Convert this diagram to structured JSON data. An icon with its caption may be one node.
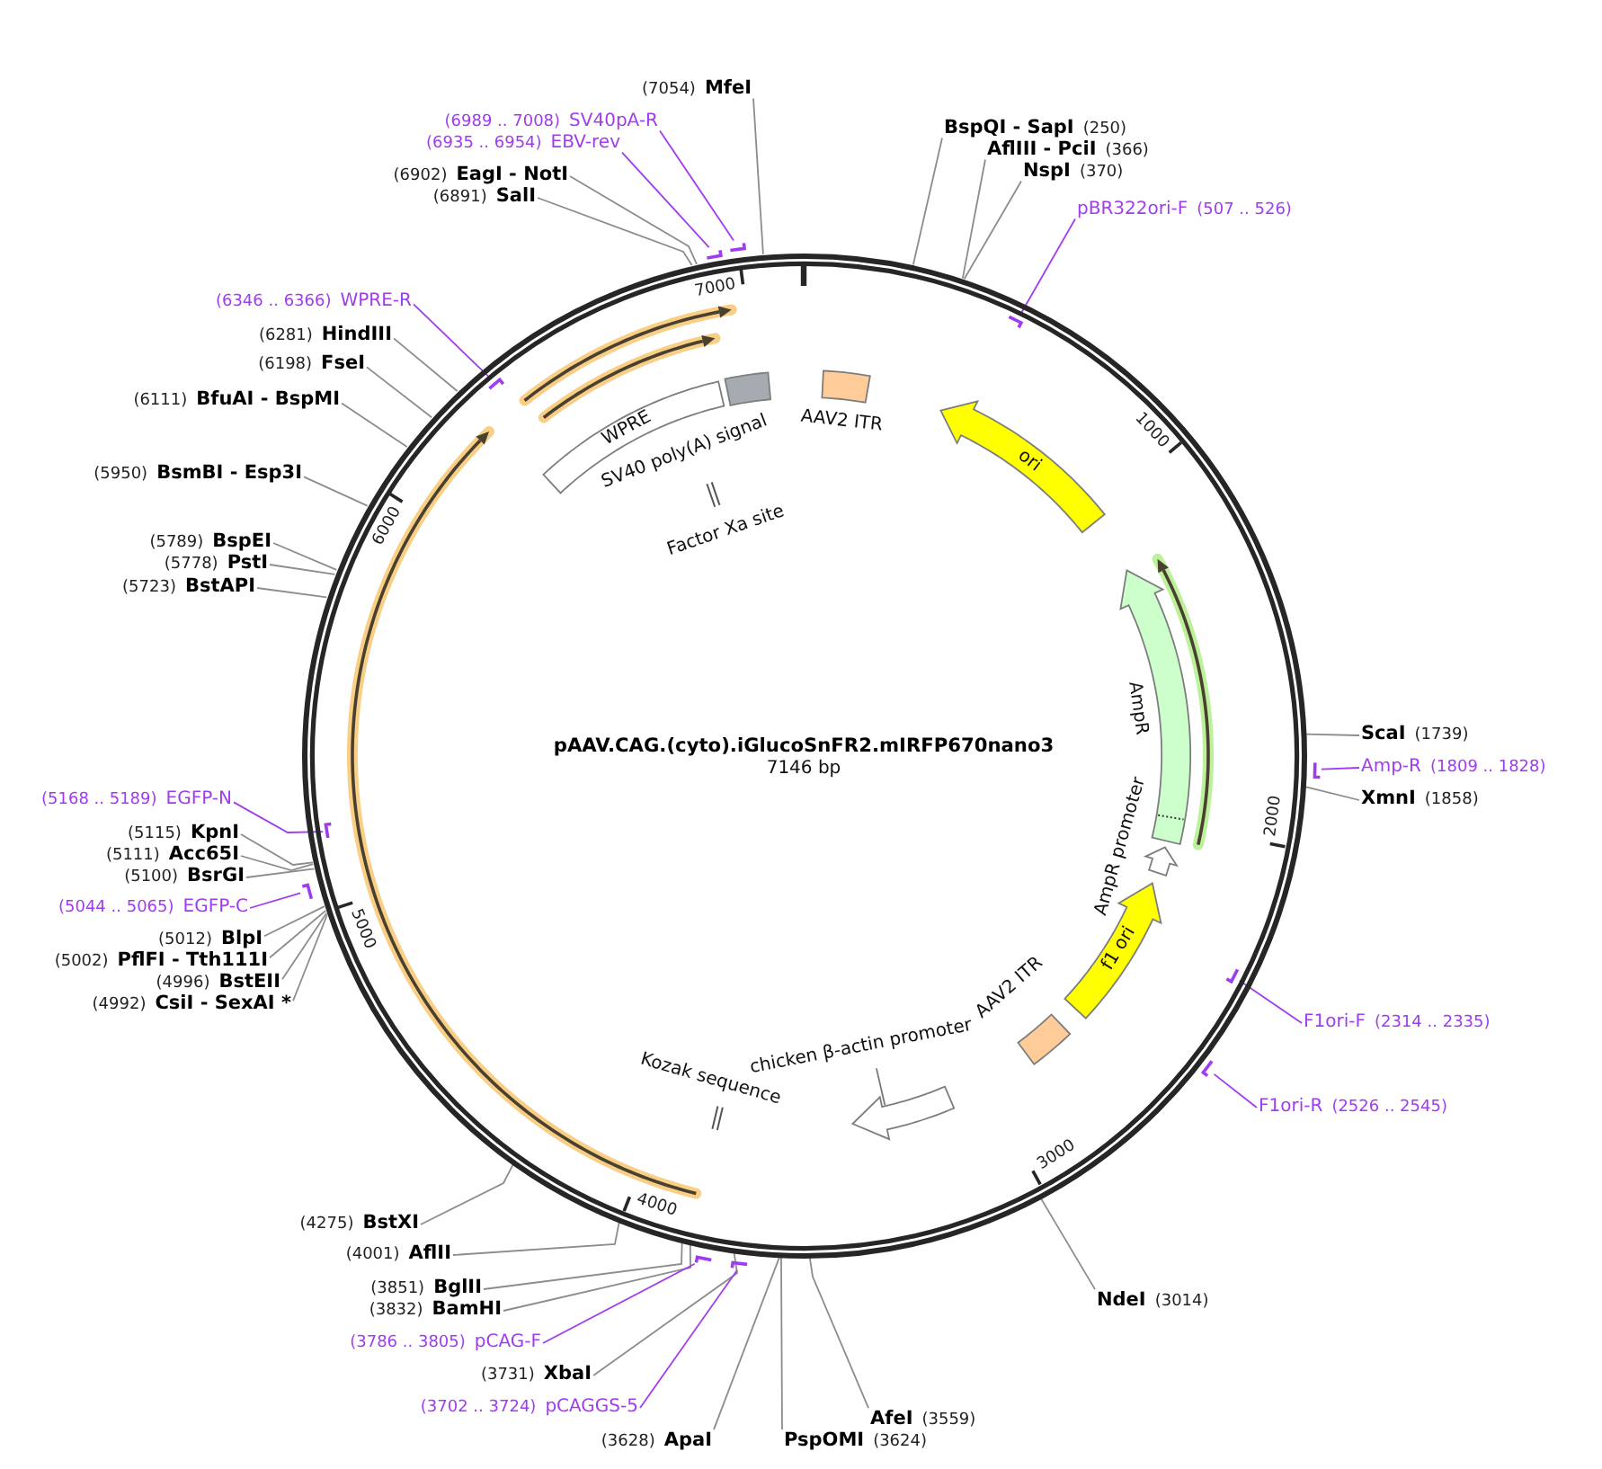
{
  "diagram": {
    "title": "pAAV.CAG.(cyto).iGlucoSnFR2.mIRFP670nano3",
    "nodes": [
      {
        "text": [
          "(7054)",
          "MfeI"
        ]
      },
      {
        "text": [
          "(6989 .. 7008)",
          "SV40pA-R"
        ]
      },
      {
        "text": [
          "(6935 .. 6954)",
          "EBV-rev"
        ]
      },
      {
        "text": [
          "(6902)",
          "EagI - NotI"
        ]
      },
      {
        "text": [
          "(6891)",
          "SalI"
        ]
      },
      {
        "text": [
          "BspQI - SapI",
          "(250)"
        ]
      },
      {
        "text": [
          "AflIII - PciI",
          "(366)"
        ]
      },
      {
        "text": [
          "NspI",
          "(370)"
        ]
      },
      {
        "text": [
          "pBR322ori-F",
          "(507 .. 526)"
        ]
      },
      {
        "text": [
          "(6346 .. 6366)",
          "WPRE-R"
        ]
      },
      {
        "text": [
          "(6281)",
          "HindIII"
        ]
      },
      {
        "text": [
          "(6198)",
          "FseI"
        ]
      },
      {
        "text": [
          "(6111)",
          "BfuAI - BspMI"
        ]
      },
      {
        "text": [
          "(5950)",
          "BsmBI - Esp3I"
        ]
      },
      {
        "text": [
          "(5789)",
          "BspEI"
        ]
      },
      {
        "text": [
          "(5778)",
          "PstI"
        ]
      },
      {
        "text": [
          "(5723)",
          "BstAPI"
        ]
      },
      {
        "text": [
          "(5168 .. 5189)",
          "EGFP-N"
        ]
      },
      {
        "text": [
          "(5115)",
          "KpnI"
        ]
      },
      {
        "text": [
          "(5111)",
          "Acc65I"
        ]
      },
      {
        "text": [
          "(5100)",
          "BsrGI"
        ]
      },
      {
        "text": [
          "(5044 .. 5065)",
          "EGFP-C"
        ]
      },
      {
        "text": [
          "(5012)",
          "BlpI"
        ]
      },
      {
        "text": [
          "(5002)",
          "PflFI - Tth111I"
        ]
      },
      {
        "text": [
          "(4996)",
          "BstEII"
        ]
      },
      {
        "text": [
          "(4992)",
          "CsiI - SexAI *"
        ]
      },
      {
        "text": [
          "ScaI",
          "(1739)"
        ]
      },
      {
        "text": [
          "Amp-R",
          "(1809 .. 1828)"
        ]
      },
      {
        "text": [
          "XmnI",
          "(1858)"
        ]
      },
      {
        "text": [
          "F1ori-F",
          "(2314 .. 2335)"
        ]
      },
      {
        "text": [
          "F1ori-R",
          "(2526 .. 2545)"
        ]
      },
      {
        "text": [
          "(4275)",
          "BstXI"
        ]
      },
      {
        "text": [
          "(4001)",
          "AflII"
        ]
      },
      {
        "text": [
          "(3851)",
          "BglII"
        ]
      },
      {
        "text": [
          "(3832)",
          "BamHI"
        ]
      },
      {
        "text": [
          "(3786 .. 3805)",
          "pCAG-F"
        ]
      },
      {
        "text": [
          "(3731)",
          "XbaI"
        ]
      },
      {
        "text": [
          "(3702 .. 3724)",
          "pCAGGS-5"
        ]
      },
      {
        "text": [
          "NdeI",
          "(3014)"
        ]
      },
      {
        "text": [
          "(3628)",
          "ApaI"
        ]
      },
      {
        "text": [
          "PspOMI",
          "(3624)"
        ]
      },
      {
        "text": [
          "AfeI",
          "(3559)"
        ]
      },
      {
        "text": [],
        "shape": "circle"
      },
      {
        "text": [
          "WPRE"
        ],
        "in": 42
      },
      {
        "text": [
          "SV40 poly(A) signal"
        ],
        "in": 42
      },
      {
        "text": [
          "AAV2 ITR"
        ],
        "in": 42
      },
      {
        "text": [
          "Factor Xa site"
        ],
        "in": 42
      },
      {
        "text": [
          "ori"
        ],
        "in": 42
      },
      {
        "text": [
          "AmpR"
        ],
        "in": 42
      },
      {
        "text": [
          "AmpR promoter"
        ],
        "in": 42
      },
      {
        "text": [
          "f1 ori"
        ],
        "in": 42
      },
      {
        "text": [
          "AAV2 ITR"
        ],
        "in": 42
      },
      {
        "text": [
          "chicken β-actin promoter"
        ],
        "in": 42
      },
      {
        "text": [
          "Kozak sequence"
        ],
        "in": 42
      },
      {
        "text": [],
        "shape": "bar"
      },
      {
        "text": [],
        "shape": "bar"
      },
      {
        "text": [],
        "shape": "bar",
        "in": 42
      },
      {
        "text": [],
        "shape": "bar",
        "in": 42
      },
      {
        "text": [],
        "shape": "bar"
      },
      {
        "text": [],
        "shape": "bar",
        "in": 42
      },
      {
        "text": [],
        "shape": "bar"
      },
      {
        "text": [],
        "shape": "bar",
        "in": 42
      },
      {
        "text": [],
        "shape": "bar"
      },
      {
        "text": [],
        "shape": "bar"
      },
      {
        "text": [],
        "shape": "bar"
      }
    ],
    "edges": [
      {
        "from": 0,
        "to": 42,
        "arrow": "none"
      },
      {
        "from": 1,
        "to": 54,
        "arrow": "none",
        "color": "#a03cf0"
      },
      {
        "from": 2,
        "to": 55,
        "arrow": "none",
        "color": "#a03cf0"
      },
      {
        "from": 3,
        "to": 42,
        "arrow": "none"
      },
      {
        "from": 4,
        "to": 42,
        "arrow": "none"
      },
      {
        "from": 5,
        "to": 42,
        "arrow": "none"
      },
      {
        "from": 6,
        "to": 42,
        "arrow": "none"
      },
      {
        "from": 7,
        "to": 42,
        "arrow": "none"
      },
      {
        "from": 8,
        "to": 56,
        "arrow": "none",
        "color": "#a03cf0"
      },
      {
        "from": 9,
        "to": 57,
        "arrow": "none",
        "color": "#a03cf0"
      },
      {
        "from": 10,
        "to": 42,
        "arrow": "none"
      },
      {
        "from": 11,
        "to": 42,
        "arrow": "none"
      },
      {
        "from": 12,
        "to": 42,
        "arrow": "none"
      },
      {
        "from": 13,
        "to": 42,
        "arrow": "none"
      },
      {
        "from": 14,
        "to": 42,
        "arrow": "none"
      },
      {
        "from": 15,
        "to": 42,
        "arrow": "none"
      },
      {
        "from": 16,
        "to": 42,
        "arrow": "none"
      },
      {
        "from": 17,
        "to": 59,
        "arrow": "none",
        "color": "#a03cf0"
      },
      {
        "from": 18,
        "to": 42,
        "arrow": "none"
      },
      {
        "from": 19,
        "to": 42,
        "arrow": "none"
      },
      {
        "from": 20,
        "to": 42,
        "arrow": "none"
      },
      {
        "from": 21,
        "to": 60,
        "arrow": "none",
        "color": "#a03cf0"
      },
      {
        "from": 22,
        "to": 42,
        "arrow": "none"
      },
      {
        "from": 23,
        "to": 42,
        "arrow": "none"
      },
      {
        "from": 24,
        "to": 42,
        "arrow": "none"
      },
      {
        "from": 25,
        "to": 42,
        "arrow": "none"
      },
      {
        "from": 26,
        "to": 42,
        "arrow": "none"
      },
      {
        "from": 27,
        "to": 58,
        "arrow": "none",
        "color": "#a03cf0"
      },
      {
        "from": 28,
        "to": 42,
        "arrow": "none"
      },
      {
        "from": 29,
        "to": 61,
        "arrow": "none",
        "color": "#a03cf0"
      },
      {
        "from": 30,
        "to": 62,
        "arrow": "none",
        "color": "#a03cf0"
      },
      {
        "from": 31,
        "to": 42,
        "arrow": "none"
      },
      {
        "from": 32,
        "to": 42,
        "arrow": "none"
      },
      {
        "from": 33,
        "to": 42,
        "arrow": "none"
      },
      {
        "from": 34,
        "to": 42,
        "arrow": "none"
      },
      {
        "from": 35,
        "to": 63,
        "arrow": "none",
        "color": "#a03cf0"
      },
      {
        "from": 36,
        "to": 42,
        "arrow": "none"
      },
      {
        "from": 37,
        "to": 64,
        "arrow": "none",
        "color": "#a03cf0"
      },
      {
        "from": 38,
        "to": 42,
        "arrow": "none"
      },
      {
        "from": 39,
        "to": 42,
        "arrow": "none"
      },
      {
        "from": 40,
        "to": 42,
        "arrow": "none"
      },
      {
        "from": 41,
        "to": 42,
        "arrow": "none"
      }
    ],
    "labels": [
      "7146 bp",
      "1000",
      "2000",
      "3000",
      "4000",
      "5000",
      "6000",
      "7000"
    ]
  }
}
